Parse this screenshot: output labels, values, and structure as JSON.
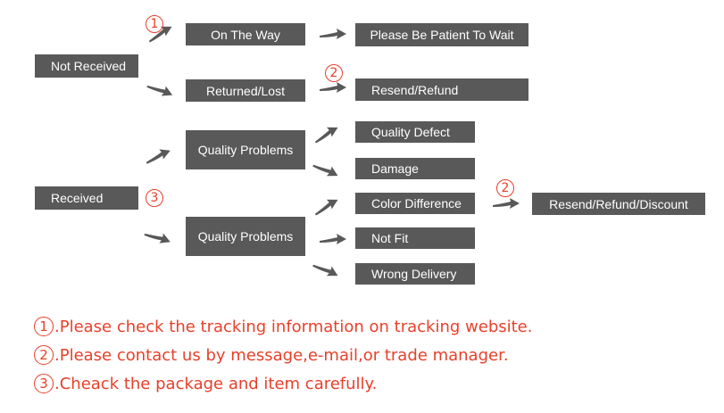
{
  "boxes": {
    "not_received": "Not Received",
    "on_the_way": "On The Way",
    "returned_lost": "Returned/Lost",
    "be_patient": "Please Be Patient To Wait",
    "resend_refund": "Resend/Refund",
    "received": "Received",
    "quality_problems_1": "Quality Problems",
    "quality_problems_2": "Quality Problems",
    "quality_defect": "Quality Defect",
    "damage": "Damage",
    "color_difference": "Color Difference",
    "not_fit": "Not Fit",
    "wrong_delivery": "Wrong Delivery",
    "resend_refund_discount": "Resend/Refund/Discount"
  },
  "badges": {
    "one": "1",
    "two": "2",
    "three": "3"
  },
  "notes": [
    {
      "num": "1",
      "text": ".Please check the tracking information on tracking website."
    },
    {
      "num": "2",
      "text": ".Please contact us by message,e-mail,or trade manager."
    },
    {
      "num": "3",
      "text": ".Cheack the package and item carefully."
    }
  ],
  "colors": {
    "box": "#595959",
    "arrow": "#595959",
    "accent": "#e8402a"
  }
}
